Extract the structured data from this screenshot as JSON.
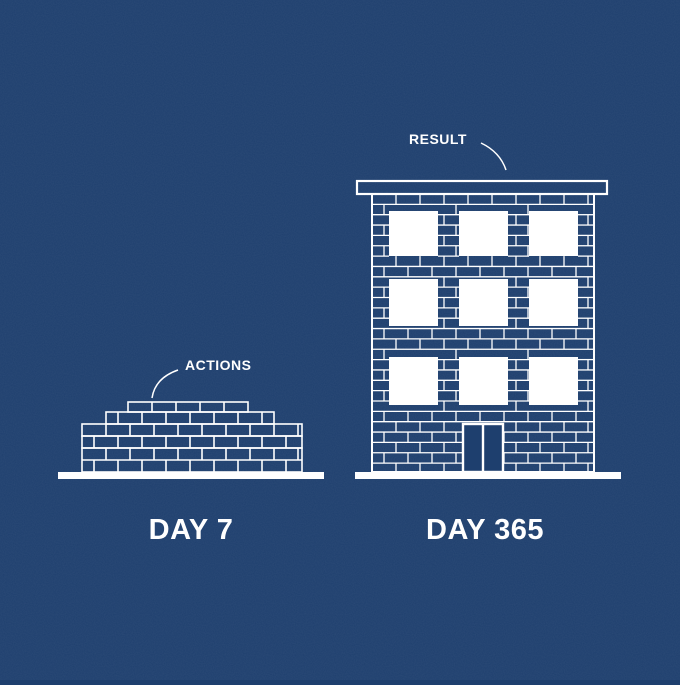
{
  "colors": {
    "background": "#1e3f6e",
    "line": "#ffffff"
  },
  "labels": {
    "result": "RESULT",
    "actions": "ACTIONS",
    "day_left": "DAY 7",
    "day_right": "DAY 365"
  }
}
